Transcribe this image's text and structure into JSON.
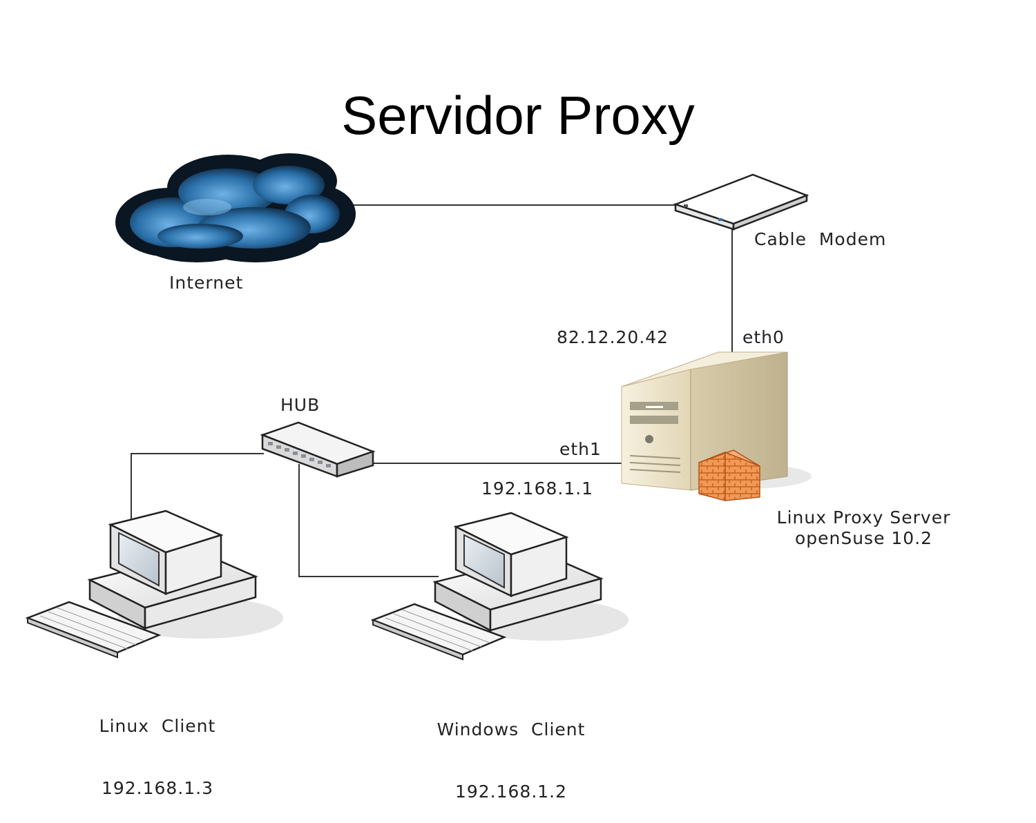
{
  "title": "Servidor Proxy",
  "nodes": {
    "internet": {
      "label": "Internet",
      "icon": "cloud-icon"
    },
    "modem": {
      "label": "Cable  Modem",
      "icon": "modem-icon"
    },
    "proxy": {
      "label_line1": "Linux Proxy Server",
      "label_line2": "openSuse 10.2",
      "icon": "server-icon"
    },
    "hub": {
      "label": "HUB",
      "icon": "hub-icon"
    },
    "linux_client": {
      "label_line1": "Linux  Client",
      "label_line2": "192.168.1.3",
      "icon": "desktop-computer-icon"
    },
    "windows_client": {
      "label_line1": "Windows  Client",
      "label_line2": "192.168.1.2",
      "icon": "desktop-computer-icon"
    }
  },
  "interfaces": {
    "eth0": {
      "name": "eth0",
      "ip": "82.12.20.42"
    },
    "eth1": {
      "name": "eth1",
      "ip": "192.168.1.1"
    }
  },
  "colors": {
    "cloud": "#2a6fa8",
    "firewall": "#e8843a",
    "server": "#efe6cf",
    "line": "#333333"
  }
}
